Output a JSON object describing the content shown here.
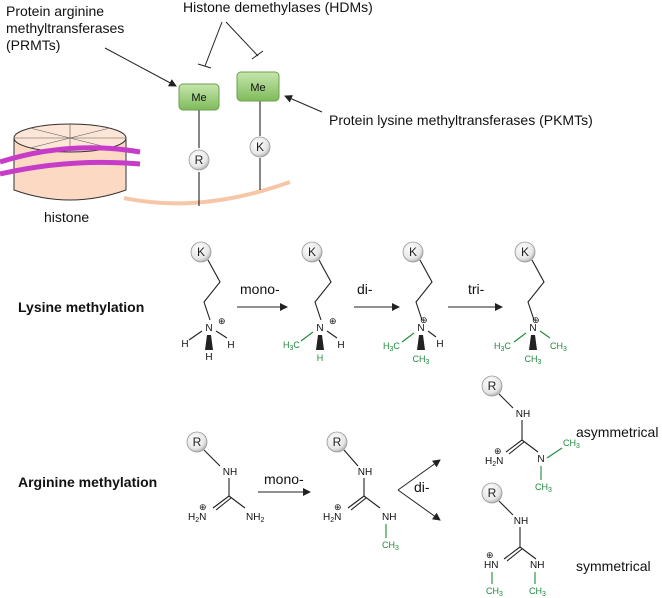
{
  "colors": {
    "methyl_green": "#1f8a3a",
    "me_box_fill": "#9fcf7f",
    "histone_fill": "#fbd9c3",
    "dna_magenta": "#c63cc8",
    "tail_peach": "#f6c6a6"
  },
  "top": {
    "prmt_label": [
      "Protein arginine",
      "methyltransferases",
      "(PRMTs)"
    ],
    "hdm_label": "Histone demethylases (HDMs)",
    "pkmt_label": "Protein lysine methyltransferases (PKMTs)",
    "me_label": "Me",
    "residue_r": "R",
    "residue_k": "K",
    "histone_label": "histone"
  },
  "lysine": {
    "title": "Lysine methylation",
    "steps": [
      "mono-",
      "di-",
      "tri-"
    ],
    "residue": "K",
    "atoms": {
      "N": "N",
      "H": "H",
      "CH3": "CH",
      "sub3": "3",
      "H3C": "H",
      "sub3b": "3",
      "C": "C"
    },
    "charge": "+"
  },
  "arginine": {
    "title": "Arginine methylation",
    "step_mono": "mono-",
    "step_di": "di-",
    "residue": "R",
    "asym_label": "asymmetrical",
    "sym_label": "symmetrical",
    "atoms": {
      "NH": "NH",
      "H2N": "H",
      "NH2": "NH",
      "sub2": "2",
      "N": "N",
      "HN": "HN",
      "CH3": "CH",
      "sub3": "3"
    },
    "charge": "+"
  }
}
